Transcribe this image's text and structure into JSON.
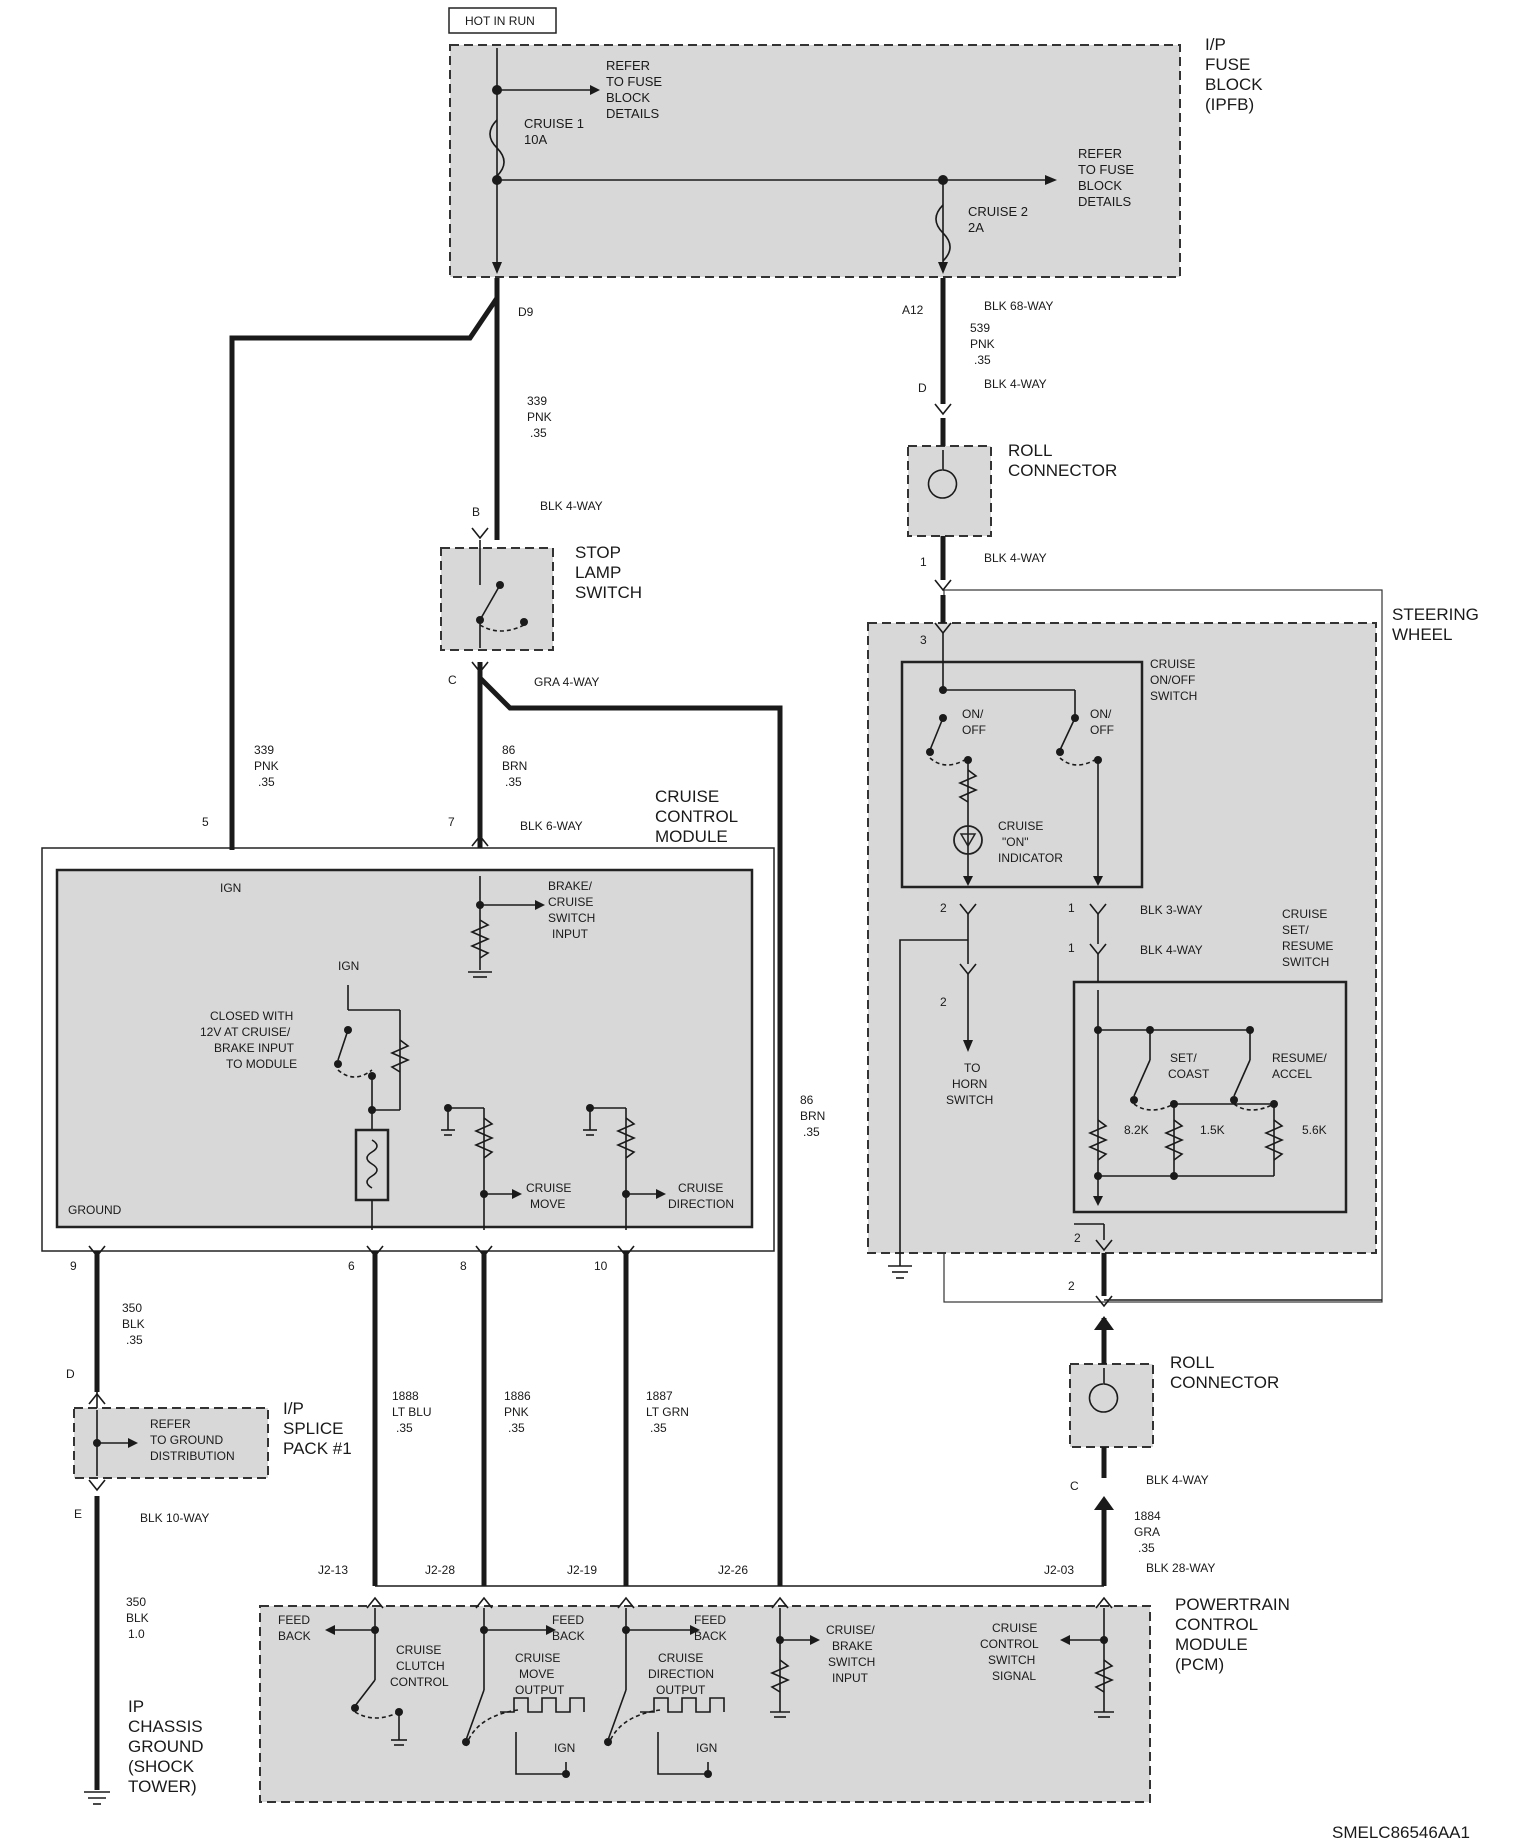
{
  "header_tag": "HOT IN RUN",
  "footer_code": "SMELC86546AA1",
  "fuse_block": {
    "title": [
      "I/P",
      "FUSE",
      "BLOCK",
      "(IPFB)"
    ],
    "refer_1": [
      "REFER",
      "TO FUSE",
      "BLOCK",
      "DETAILS"
    ],
    "refer_2": [
      "REFER",
      "TO FUSE",
      "BLOCK",
      "DETAILS"
    ],
    "fuse_1": [
      "CRUISE 1",
      "10A"
    ],
    "fuse_2": [
      "CRUISE 2",
      "2A"
    ],
    "pin_d9": "D9",
    "pin_a12": "A12",
    "connector": "BLK 68-WAY"
  },
  "wires": {
    "w539": [
      "539",
      "PNK",
      ".35"
    ],
    "w339_top": [
      "339",
      "PNK",
      ".35"
    ],
    "w339_left": [
      "339",
      "PNK",
      ".35"
    ],
    "w86_top": [
      "86",
      "BRN",
      ".35"
    ],
    "w86_right": [
      "86",
      "BRN",
      ".35"
    ],
    "w350_top": [
      "350",
      "BLK",
      ".35"
    ],
    "w350_bottom": [
      "350",
      "BLK",
      "1.0"
    ],
    "w1888": [
      "1888",
      "LT BLU",
      ".35"
    ],
    "w1886": [
      "1886",
      "PNK",
      ".35"
    ],
    "w1887": [
      "1887",
      "LT GRN",
      ".35"
    ],
    "w1884": [
      "1884",
      "GRA",
      ".35"
    ]
  },
  "roll_connector_top": {
    "label": [
      "ROLL",
      "CONNECTOR"
    ],
    "pin_top": "D",
    "conn_top": "BLK 4-WAY",
    "pin_bottom": "1",
    "conn_bottom": "BLK 4-WAY"
  },
  "stop_lamp": {
    "label": [
      "STOP",
      "LAMP",
      "SWITCH"
    ],
    "pin_b": "B",
    "conn_b": "BLK 4-WAY",
    "pin_c": "C",
    "conn_c": "GRA 4-WAY"
  },
  "ccm": {
    "label": [
      "CRUISE",
      "CONTROL",
      "MODULE"
    ],
    "pin_5": "5",
    "pin_7": "7",
    "conn": "BLK 6-WAY",
    "ign": "IGN",
    "ign2": "IGN",
    "ground": "GROUND",
    "brake_input": [
      "BRAKE/",
      "CRUISE",
      "SWITCH",
      "INPUT"
    ],
    "closed_note": [
      "CLOSED WITH",
      "12V AT CRUISE/",
      "BRAKE INPUT",
      "TO MODULE"
    ],
    "move": [
      "CRUISE",
      "MOVE"
    ],
    "direction": [
      "CRUISE",
      "DIRECTION"
    ],
    "pin_9": "9",
    "pin_6": "6",
    "pin_8": "8",
    "pin_10": "10"
  },
  "steering": {
    "label": [
      "STEERING",
      "WHEEL"
    ],
    "pin_3": "3",
    "onoff_title": [
      "CRUISE",
      "ON/OFF",
      "SWITCH"
    ],
    "onoff_a": [
      "ON/",
      "OFF"
    ],
    "onoff_b": [
      "ON/",
      "OFF"
    ],
    "indicator": [
      "CRUISE",
      "\"ON\"",
      "INDICATOR"
    ],
    "pin_2a": "2",
    "pin_1a": "1",
    "conn_3way": "BLK 3-WAY",
    "pin_1b": "1",
    "conn_4way": "BLK 4-WAY",
    "pin_2b": "2",
    "horn": [
      "TO",
      "HORN",
      "SWITCH"
    ],
    "setres_title": [
      "CRUISE",
      "SET/",
      "RESUME",
      "SWITCH"
    ],
    "set_coast": [
      "SET/",
      "COAST"
    ],
    "resume_accel": [
      "RESUME/",
      "ACCEL"
    ],
    "r1": "8.2K",
    "r2": "1.5K",
    "r3": "5.6K",
    "pin_2c": "2",
    "pin_2d": "2"
  },
  "roll_connector_bottom": {
    "label": [
      "ROLL",
      "CONNECTOR"
    ],
    "pin_c": "C",
    "conn": "BLK 4-WAY"
  },
  "splice": {
    "label": [
      "I/P",
      "SPLICE",
      "PACK #1"
    ],
    "refer": [
      "REFER",
      "TO GROUND",
      "DISTRIBUTION"
    ],
    "pin_d": "D",
    "pin_e": "E",
    "conn": "BLK 10-WAY"
  },
  "ground_label": [
    "IP",
    "CHASSIS",
    "GROUND",
    "(SHOCK",
    "TOWER)"
  ],
  "pcm": {
    "label": [
      "POWERTRAIN",
      "CONTROL",
      "MODULE",
      "(PCM)"
    ],
    "pins": [
      "J2-13",
      "J2-28",
      "J2-19",
      "J2-26",
      "J2-03"
    ],
    "conn": "BLK 28-WAY",
    "feed1": [
      "FEED",
      "BACK"
    ],
    "feed2": [
      "FEED",
      "BACK"
    ],
    "feed3": [
      "FEED",
      "BACK"
    ],
    "clutch": [
      "CRUISE",
      "CLUTCH",
      "CONTROL"
    ],
    "move": [
      "CRUISE",
      "MOVE",
      "OUTPUT"
    ],
    "direction": [
      "CRUISE",
      "DIRECTION",
      "OUTPUT"
    ],
    "brake": [
      "CRUISE/",
      "BRAKE",
      "SWITCH",
      "INPUT"
    ],
    "signal": [
      "CRUISE",
      "CONTROL",
      "SWITCH",
      "SIGNAL"
    ],
    "ign_a": "IGN",
    "ign_b": "IGN"
  }
}
